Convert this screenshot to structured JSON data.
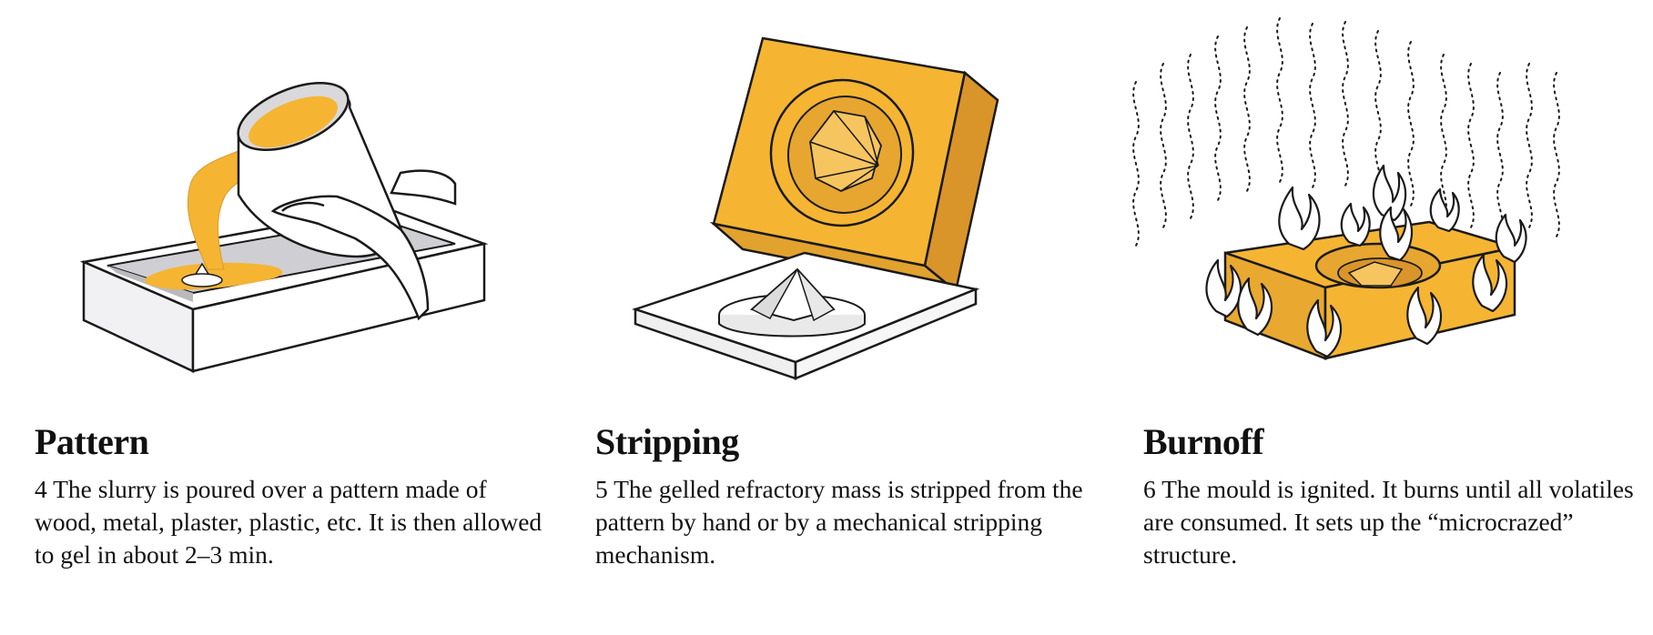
{
  "steps": [
    {
      "title": "Pattern",
      "text": "4 The slurry is poured over a pattern made of wood, metal, plaster, plastic, etc. It is then allowed to gel in about 2–3 min."
    },
    {
      "title": "Stripping",
      "text": "5 The gelled refractory mass is stripped from the pattern by hand or by a mechanical stripping mechanism."
    },
    {
      "title": "Burnoff",
      "text": "6 The mould is ignited. It burns until all volatiles are consumed. It sets up the “microcrazed” structure."
    }
  ],
  "colors": {
    "refractory": "#F5B533",
    "refractory_dark": "#D9952A",
    "grey": "#C9C9CD",
    "outline": "#1a1a1a"
  }
}
